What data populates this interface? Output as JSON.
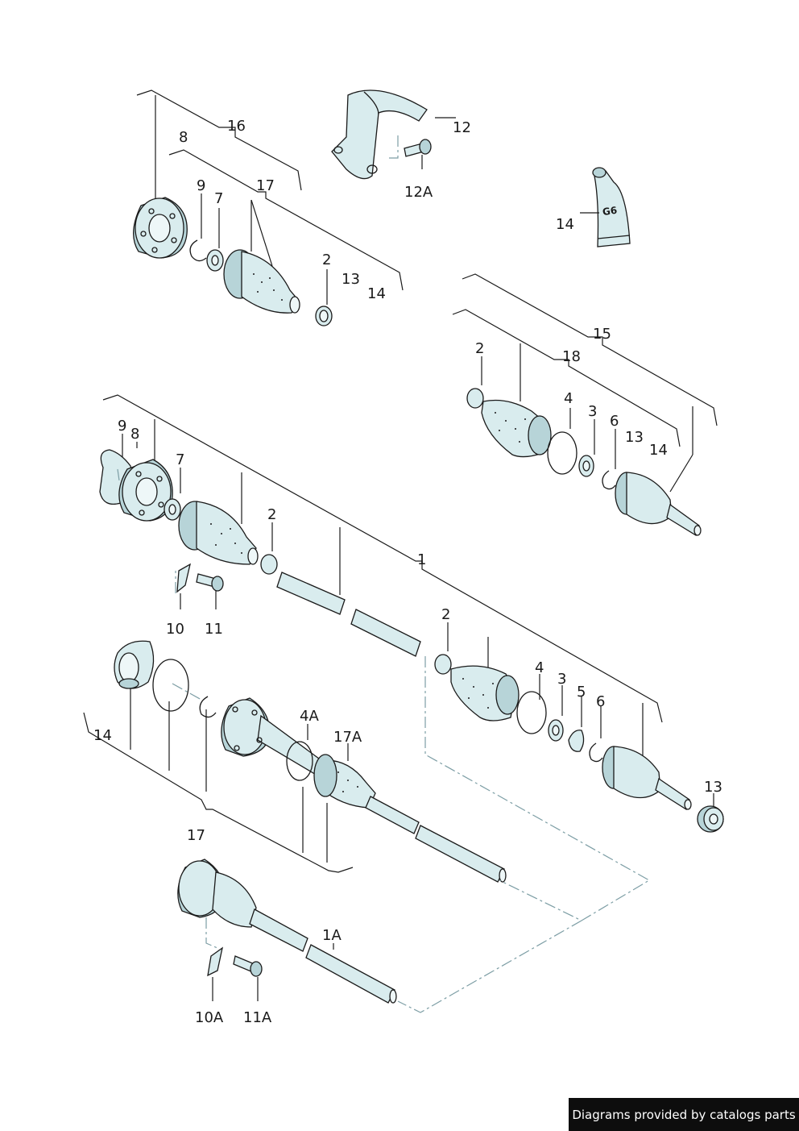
{
  "labels": {
    "c16": "16",
    "c8a": "8",
    "c17a": "17",
    "c9a": "9",
    "c7a": "7",
    "c2a": "2",
    "c13a": "13",
    "c14a": "14",
    "c12": "12",
    "c12A": "12A",
    "c14g": "14",
    "c15": "15",
    "c18": "18",
    "c2b": "2",
    "c4b": "4",
    "c3b": "3",
    "c6b": "6",
    "c13b": "13",
    "c14b": "14",
    "c9c": "9",
    "c8c": "8",
    "c7c": "7",
    "c2c": "2",
    "c1": "1",
    "c10": "10",
    "c11": "11",
    "c2d": "2",
    "c4d": "4",
    "c3d": "3",
    "c5d": "5",
    "c6d": "6",
    "c13d": "13",
    "c14e": "14",
    "c4A": "4A",
    "c17A": "17A",
    "c17e": "17",
    "c1A": "1A",
    "c10A": "10A",
    "c11A": "11A",
    "tube_text": "G6"
  },
  "footer": {
    "credit": "Diagrams provided by catalogs parts"
  },
  "colors": {
    "part": "#d9ecee",
    "part_dark": "#b7d4d8",
    "line": "#1a1a1a",
    "dash": "#7d9ea5",
    "credit_bg": "#0d0d0d"
  }
}
